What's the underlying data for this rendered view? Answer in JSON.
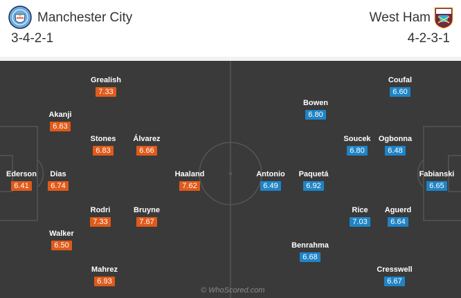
{
  "home": {
    "name": "Manchester City",
    "formation": "3-4-2-1",
    "accent_color": "#e05a1a",
    "crest_icon": "manchester-city-crest-icon",
    "players": [
      {
        "name": "Ederson",
        "rating": "6.41"
      },
      {
        "name": "Akanji",
        "rating": "6.63"
      },
      {
        "name": "Dias",
        "rating": "6.74"
      },
      {
        "name": "Walker",
        "rating": "6.50"
      },
      {
        "name": "Grealish",
        "rating": "7.33"
      },
      {
        "name": "Stones",
        "rating": "6.83"
      },
      {
        "name": "Rodri",
        "rating": "7.33"
      },
      {
        "name": "Mahrez",
        "rating": "6.93"
      },
      {
        "name": "Álvarez",
        "rating": "6.66"
      },
      {
        "name": "Bruyne",
        "rating": "7.67"
      },
      {
        "name": "Haaland",
        "rating": "7.62"
      }
    ]
  },
  "away": {
    "name": "West Ham",
    "formation": "4-2-3-1",
    "accent_color": "#1f84c6",
    "crest_icon": "west-ham-crest-icon",
    "players": [
      {
        "name": "Antonio",
        "rating": "6.49"
      },
      {
        "name": "Bowen",
        "rating": "6.80"
      },
      {
        "name": "Paquetá",
        "rating": "6.92"
      },
      {
        "name": "Benrahma",
        "rating": "6.68"
      },
      {
        "name": "Soucek",
        "rating": "6.80"
      },
      {
        "name": "Rice",
        "rating": "7.03"
      },
      {
        "name": "Coufal",
        "rating": "6.60"
      },
      {
        "name": "Ogbonna",
        "rating": "6.48"
      },
      {
        "name": "Aguerd",
        "rating": "6.64"
      },
      {
        "name": "Cresswell",
        "rating": "6.67"
      },
      {
        "name": "Fabianski",
        "rating": "6.65"
      }
    ]
  },
  "watermark": "© WhoScored.com"
}
